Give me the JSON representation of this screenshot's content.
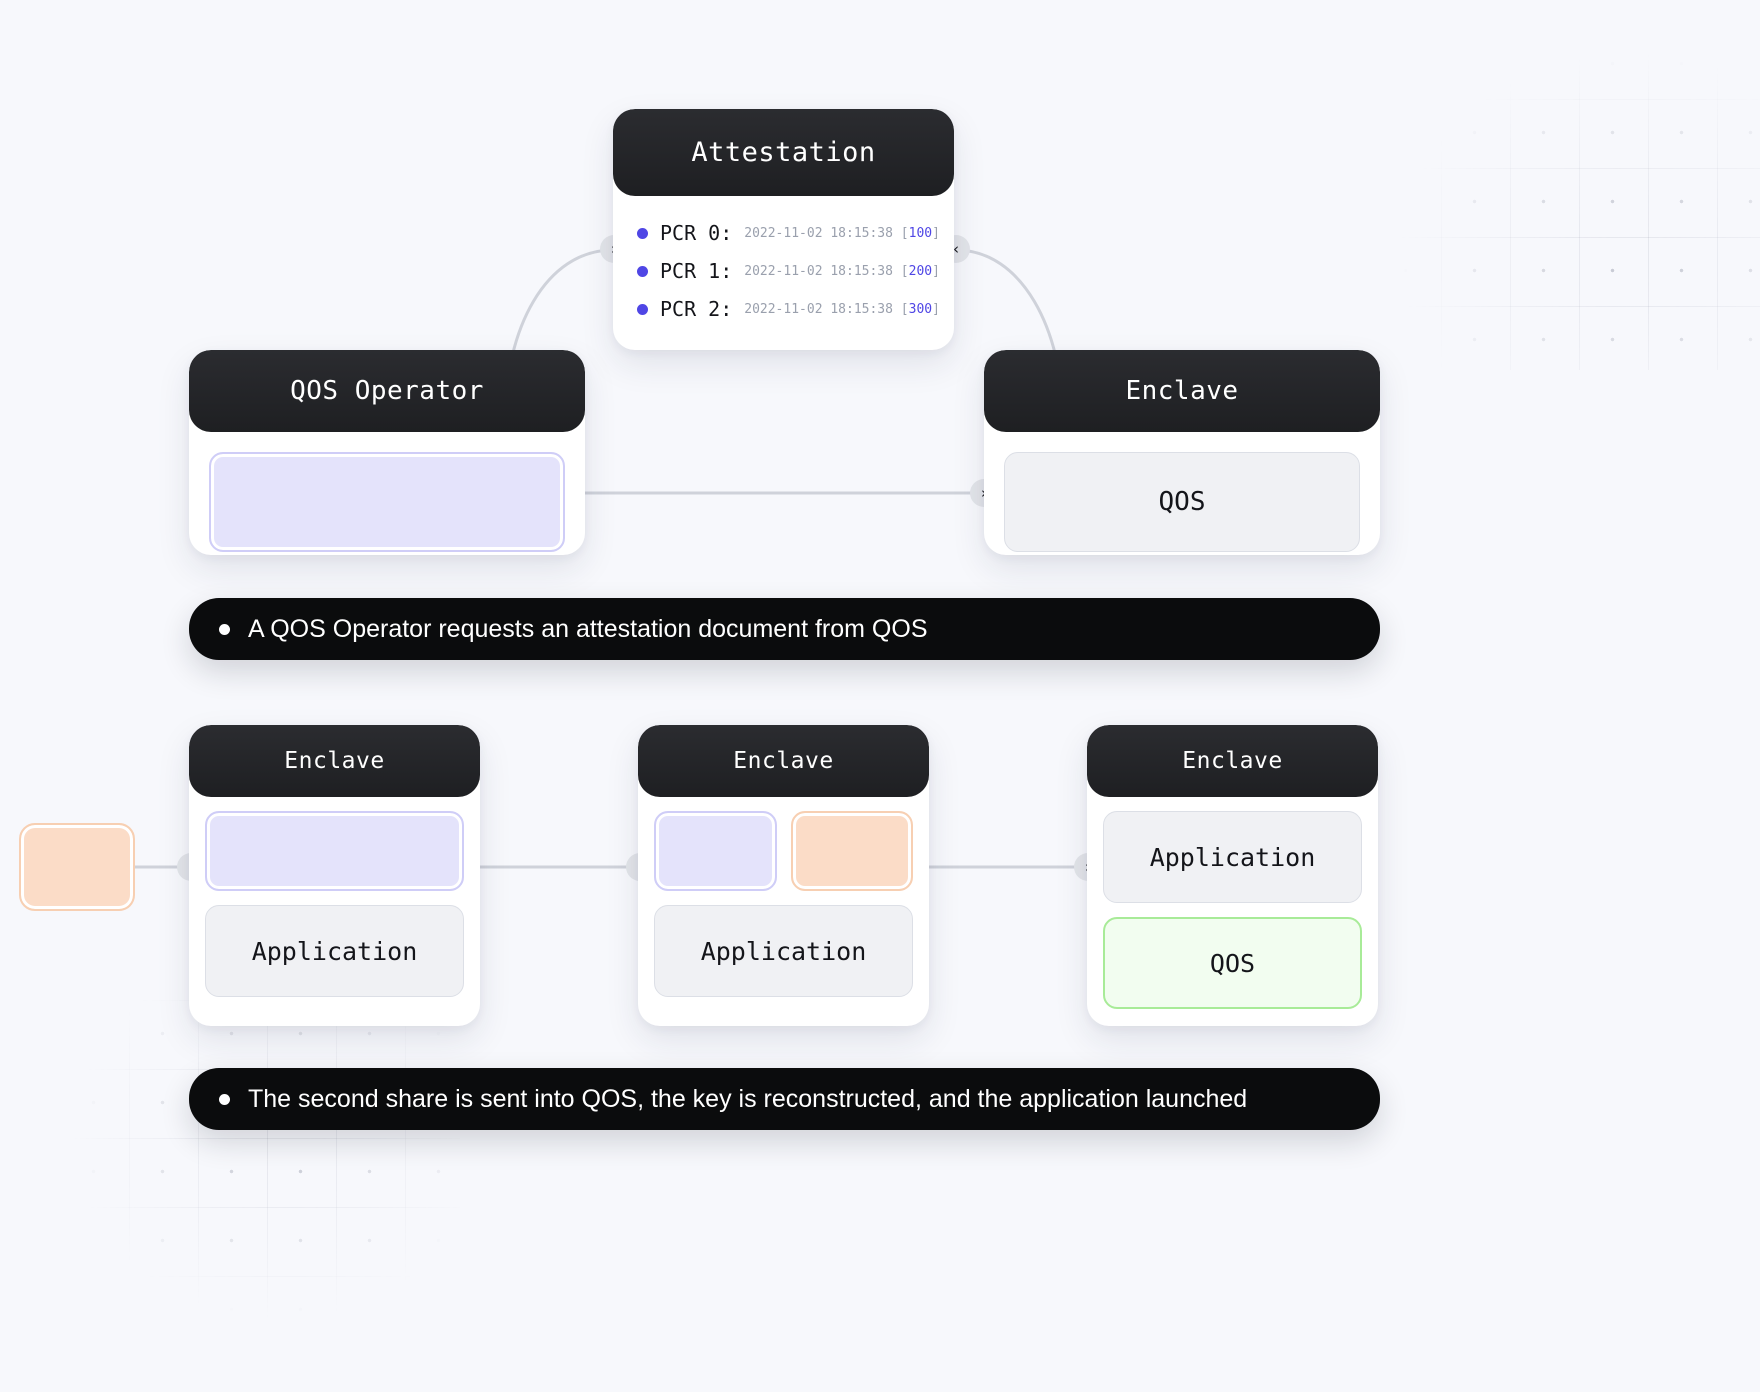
{
  "theme": {
    "background": "#f7f8fc",
    "header_dark": "#232427",
    "accent_indigo": "#4f46e5",
    "lavender_fill": "#e4e3fb",
    "peach_fill": "#fbdcc7",
    "grey_fill": "#f0f1f4",
    "green_fill": "#f2fdf0",
    "green_border": "#a8eb98",
    "caption_bg": "#0b0c0d",
    "connector": "#cfd2da"
  },
  "attestation": {
    "title": "Attestation",
    "rows": [
      {
        "label": "PCR 0:",
        "timestamp": "2022-11-02 18:15:38",
        "index": "100"
      },
      {
        "label": "PCR 1:",
        "timestamp": "2022-11-02 18:15:38",
        "index": "200"
      },
      {
        "label": "PCR 2:",
        "timestamp": "2022-11-02 18:15:38",
        "index": "300"
      }
    ]
  },
  "top_row": {
    "operator": {
      "title": "QOS Operator"
    },
    "enclave": {
      "title": "Enclave",
      "qos_label": "QOS"
    }
  },
  "bottom_row": {
    "card1": {
      "title": "Enclave",
      "app_label": "Application"
    },
    "card2": {
      "title": "Enclave",
      "app_label": "Application"
    },
    "card3": {
      "title": "Enclave",
      "app_label": "Application",
      "qos_label": "QOS"
    }
  },
  "connectors": {
    "chevron_right": "›",
    "chevron_left": "‹"
  },
  "captions": [
    {
      "text": "A QOS Operator requests an attestation document from QOS"
    },
    {
      "text": "The second share is sent into QOS, the key is reconstructed, and the application launched"
    }
  ]
}
